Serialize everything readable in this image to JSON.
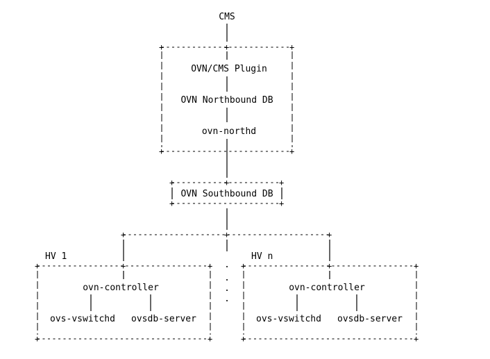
{
  "labels": {
    "cms": "CMS",
    "plugin": "OVN/CMS Plugin",
    "northbound_db": "OVN Northbound DB",
    "northd": "ovn-northd",
    "southbound_db": "OVN Southbound DB",
    "hv1": "HV 1",
    "hvn": "HV n",
    "hv1_controller": "ovn-controller",
    "hv1_vswitchd": "ovs-vswitchd",
    "hv1_ovsdb": "ovsdb-server",
    "hvn_controller": "ovn-controller",
    "hvn_vswitchd": "ovs-vswitchd",
    "hvn_ovsdb": "ovsdb-server"
  },
  "box_corner_glyph": "+",
  "ellipsis_glyph": "."
}
